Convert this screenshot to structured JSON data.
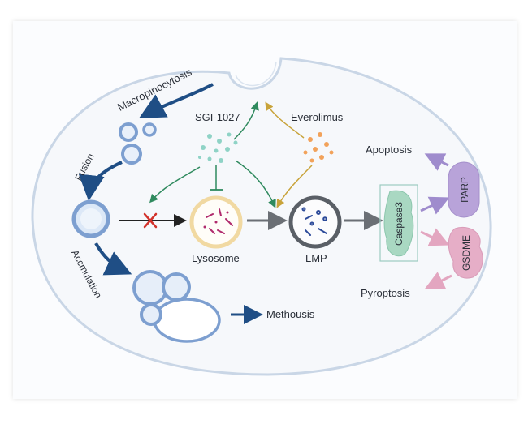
{
  "labels": {
    "macropinocytosis": "Macropinocytosis",
    "fusion": "Fusion",
    "accumulation": "Accmulation",
    "methousis": "Methousis",
    "sgi": "SGI-1027",
    "everolimus": "Everolimus",
    "lysosome": "Lysosome",
    "lmp": "LMP",
    "caspase3": "Caspase3",
    "parp": "PARP",
    "gsdme": "GSDME",
    "apoptosis": "Apoptosis",
    "pyroptosis": "Pyroptosis"
  },
  "colors": {
    "cell_outline": "#c9d6e6",
    "vesicle": "#7d9fd0",
    "dark_arrow": "#1f4e85",
    "sgi_teal": "#8fd3c6",
    "everolimus_orange": "#f2a25a",
    "green_arrow": "#2f8a5e",
    "olive_arrow": "#c8a33a",
    "lysosome_ring": "#f1d9a2",
    "lmp_ring": "#5a5f66",
    "caspase_green": "#a9d8c2",
    "parp_purple": "#b8a3d9",
    "gsdme_pink": "#e6aec7",
    "block_x": "#d2312a"
  }
}
